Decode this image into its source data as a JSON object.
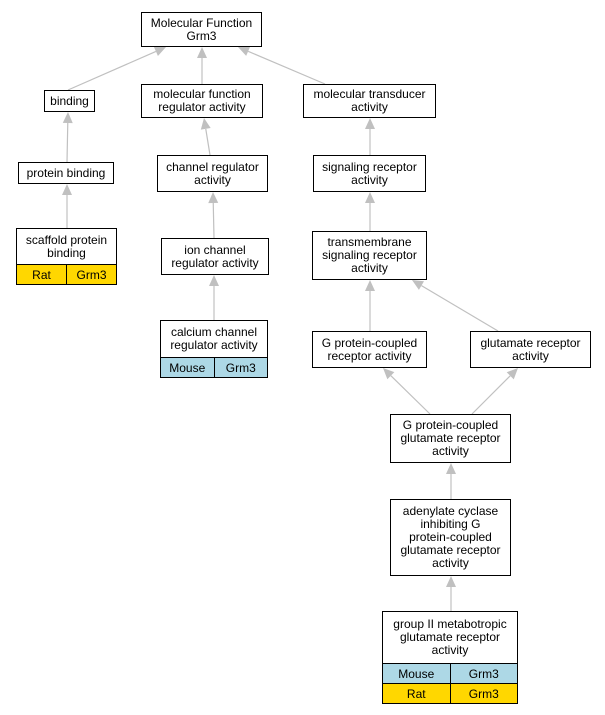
{
  "colors": {
    "edge": "#c0c0c0",
    "mouse": "#add8e6",
    "rat": "#ffd700"
  },
  "nodes": {
    "root": "Molecular Function\nGrm3",
    "binding": "binding",
    "mf_regulator": "molecular function\nregulator activity",
    "mol_transducer": "molecular transducer\nactivity",
    "protein_binding": "protein binding",
    "channel_regulator": "channel regulator\nactivity",
    "signaling_receptor": "signaling receptor\nactivity",
    "scaffold": {
      "title": "scaffold protein\nbinding",
      "rows": [
        {
          "species": "Rat",
          "gene": "Grm3",
          "color": "#ffd700"
        }
      ]
    },
    "ion_channel_regulator": "ion channel\nregulator activity",
    "transmembrane": "transmembrane\nsignaling receptor\nactivity",
    "calcium_channel": {
      "title": "calcium channel\nregulator activity",
      "rows": [
        {
          "species": "Mouse",
          "gene": "Grm3",
          "color": "#add8e6"
        }
      ]
    },
    "gpcr": "G protein-coupled\nreceptor activity",
    "glutamate_receptor": "glutamate receptor\nactivity",
    "gpc_glutamate": "G protein-coupled\nglutamate receptor\nactivity",
    "adenylate": "adenylate cyclase\ninhibiting G\nprotein-coupled\nglutamate receptor\nactivity",
    "group2": {
      "title": "group II metabotropic\nglutamate receptor\nactivity",
      "rows": [
        {
          "species": "Mouse",
          "gene": "Grm3",
          "color": "#add8e6"
        },
        {
          "species": "Rat",
          "gene": "Grm3",
          "color": "#ffd700"
        }
      ]
    }
  }
}
